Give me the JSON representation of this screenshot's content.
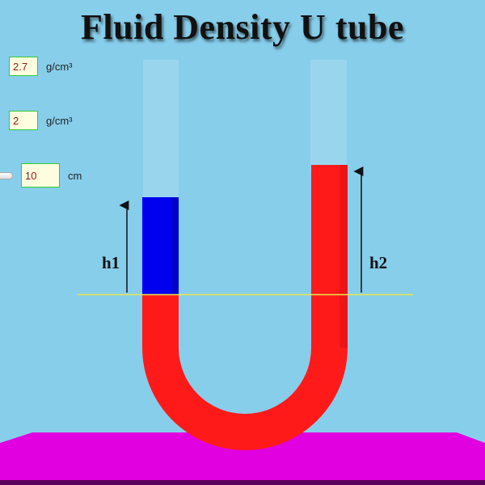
{
  "title": "Fluid Density U tube",
  "controls": {
    "density1": {
      "value": "2.7",
      "unit": "g/cm³"
    },
    "density2": {
      "value": "2",
      "unit": "g/cm³"
    },
    "height1": {
      "value": "10",
      "unit": "cm"
    }
  },
  "labels": {
    "h1": "h1",
    "h2": "h2"
  },
  "colors": {
    "fluid1": "#0000ee",
    "fluid2": "#ff1a1a",
    "tube": "#a8dcf0",
    "base": "#e000e0",
    "reference_line": "#e8e84a",
    "background": "#87ceeb"
  }
}
